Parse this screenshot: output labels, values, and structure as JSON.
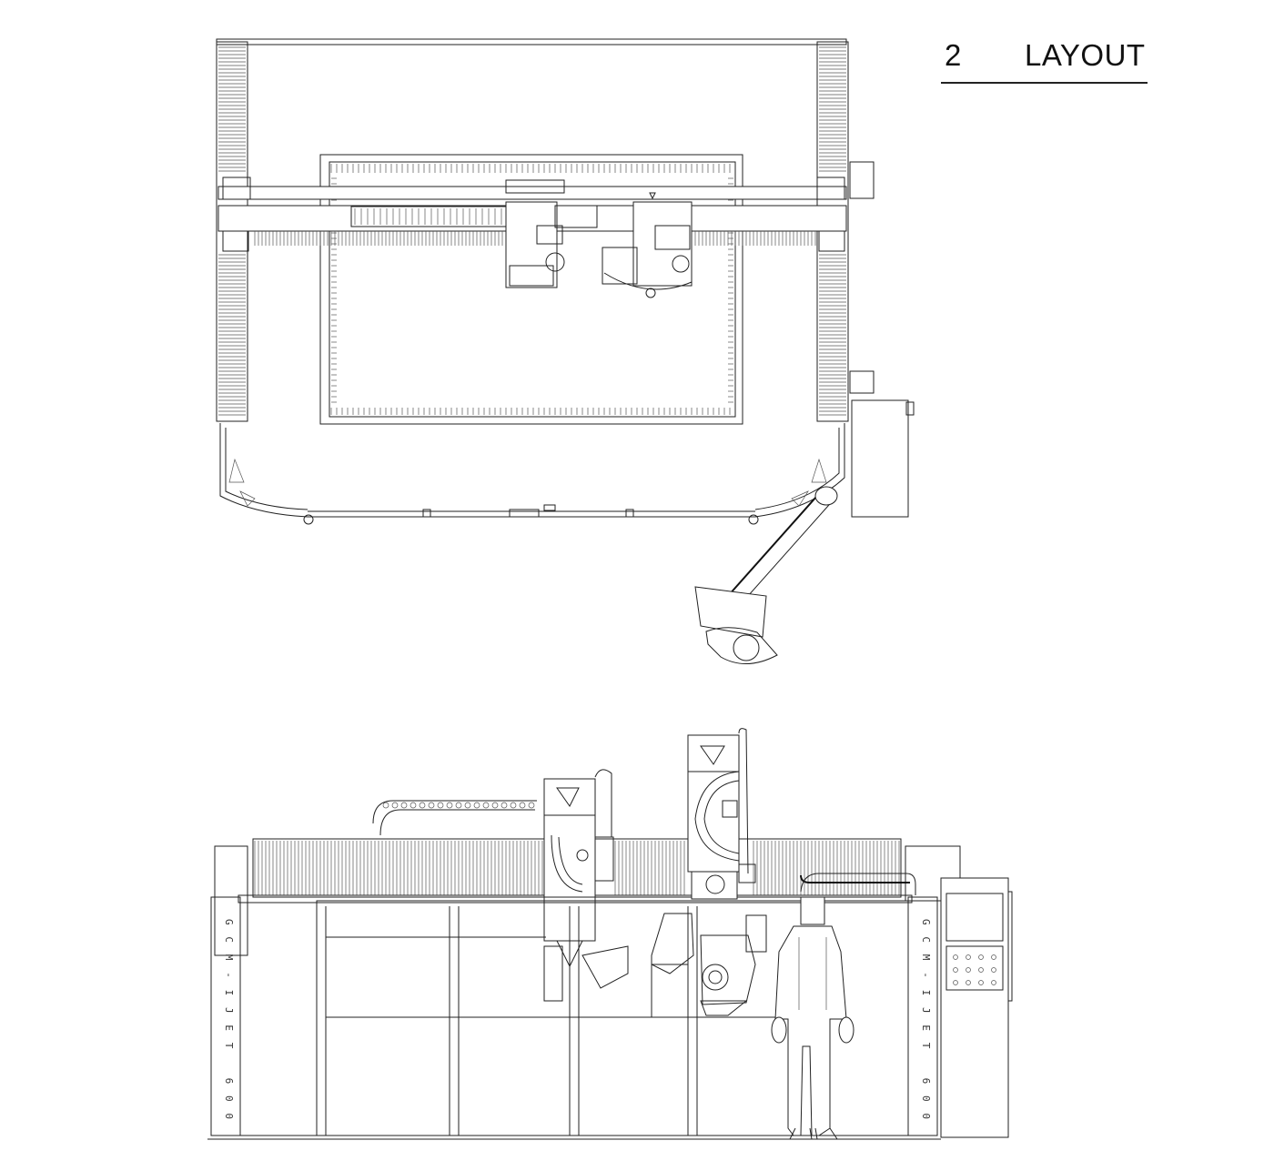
{
  "header": {
    "section_number": "2",
    "section_title": "LAYOUT"
  },
  "machine": {
    "side_label_left": "GCM-IJET 600",
    "side_label_right": "GCM-IJET 600"
  },
  "colors": {
    "line": "#222222",
    "background": "#ffffff"
  }
}
